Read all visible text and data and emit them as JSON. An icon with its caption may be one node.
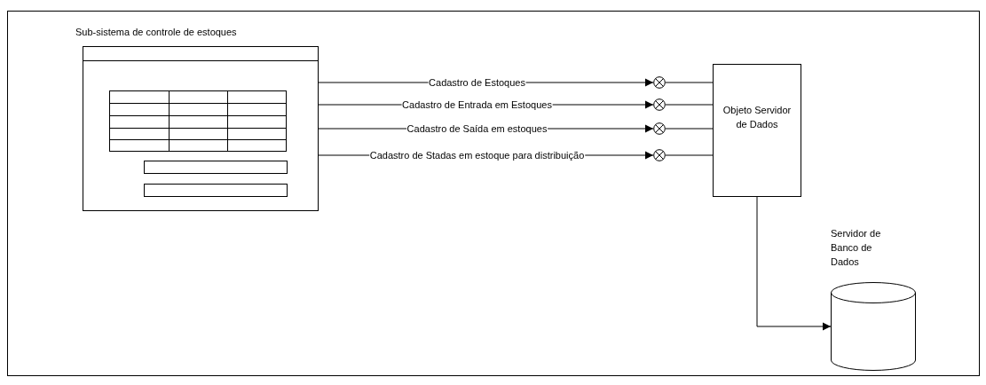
{
  "diagram": {
    "nodes": [
      {
        "text": [
          "Sub-sistema de controle de estoques"
        ]
      },
      {
        "text": [],
        "shape": "circle"
      },
      {
        "text": [],
        "shape": "circle"
      },
      {
        "text": [],
        "shape": "circle"
      },
      {
        "text": [],
        "shape": "circle"
      },
      {
        "text": [
          "Objeto Servidor de Dados"
        ]
      },
      {
        "text": [
          "Servidor de Banco de Dados"
        ]
      }
    ],
    "edges": [
      {
        "from": 0,
        "to": 1,
        "arrow": "to",
        "label": "Cadastro de Estoques"
      },
      {
        "from": 0,
        "to": 2,
        "arrow": "to",
        "label": "Cadastro de Entrada em Estoques"
      },
      {
        "from": 0,
        "to": 3,
        "arrow": "to",
        "label": "Cadastro de Saída em estoques"
      },
      {
        "from": 0,
        "to": 4,
        "arrow": "to",
        "label": "Cadastro de Stadas em estoque para distribuição"
      },
      {
        "from": 1,
        "to": 5,
        "arrow": "none"
      },
      {
        "from": 2,
        "to": 5,
        "arrow": "none"
      },
      {
        "from": 3,
        "to": 5,
        "arrow": "none"
      },
      {
        "from": 4,
        "to": 5,
        "arrow": "none"
      },
      {
        "from": 5,
        "to": 6,
        "arrow": "to"
      }
    ]
  }
}
